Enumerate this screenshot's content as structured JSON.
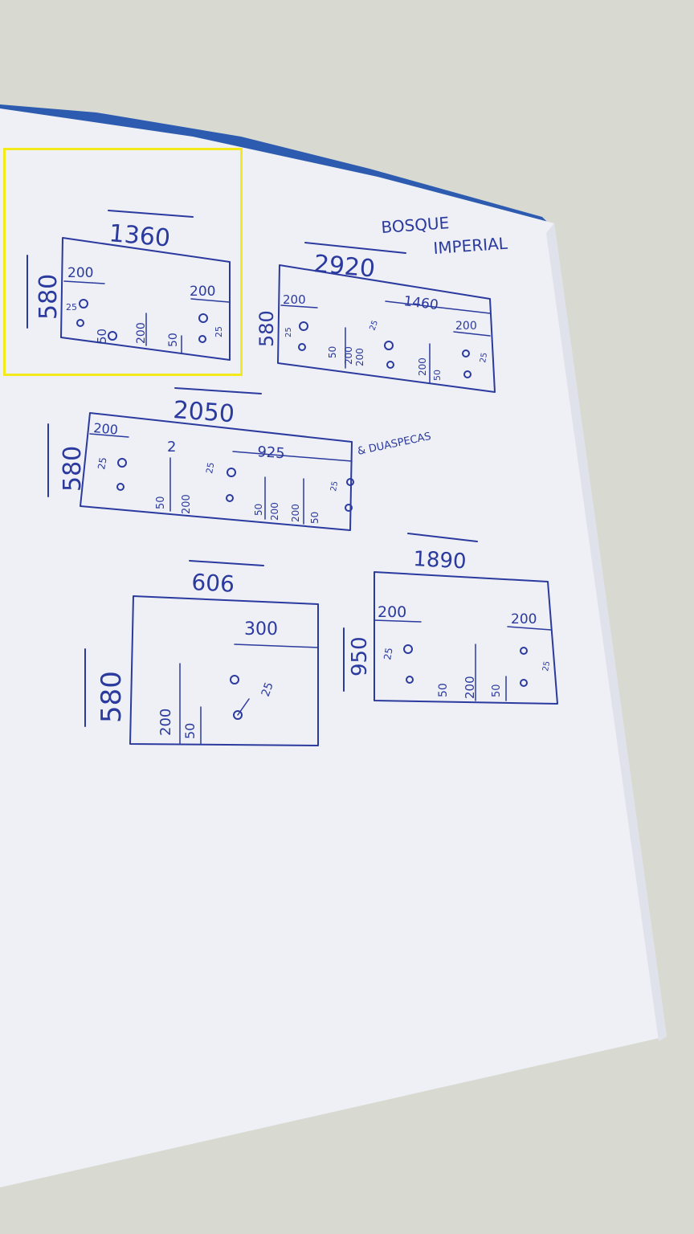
{
  "title": {
    "line1": "BOSQUE",
    "line2": "IMPERIAL"
  },
  "note": "& DUASPECAS",
  "highlight_color": "#f2ea1a",
  "ink_color": "#2b3a9e",
  "sketches": {
    "s1": {
      "width": "1360",
      "height": "580",
      "labels": [
        "200",
        "200",
        "25",
        "50",
        "200",
        "50",
        "25"
      ]
    },
    "s2": {
      "width": "2920",
      "height": "580",
      "labels": [
        "200",
        "1460",
        "200",
        "25",
        "50",
        "200",
        "200",
        "25",
        "200",
        "50",
        "25"
      ]
    },
    "s3": {
      "width": "2050",
      "height": "580",
      "labels": [
        "200",
        "2",
        "25",
        "50",
        "200",
        "25",
        "925",
        "50",
        "200",
        "200",
        "50",
        "25"
      ]
    },
    "s4": {
      "width": "606",
      "height": "580",
      "labels": [
        "300",
        "200",
        "50",
        "25"
      ]
    },
    "s5": {
      "width": "1890",
      "height": "950",
      "labels": [
        "200",
        "200",
        "25",
        "50",
        "200",
        "50",
        "25"
      ]
    }
  }
}
